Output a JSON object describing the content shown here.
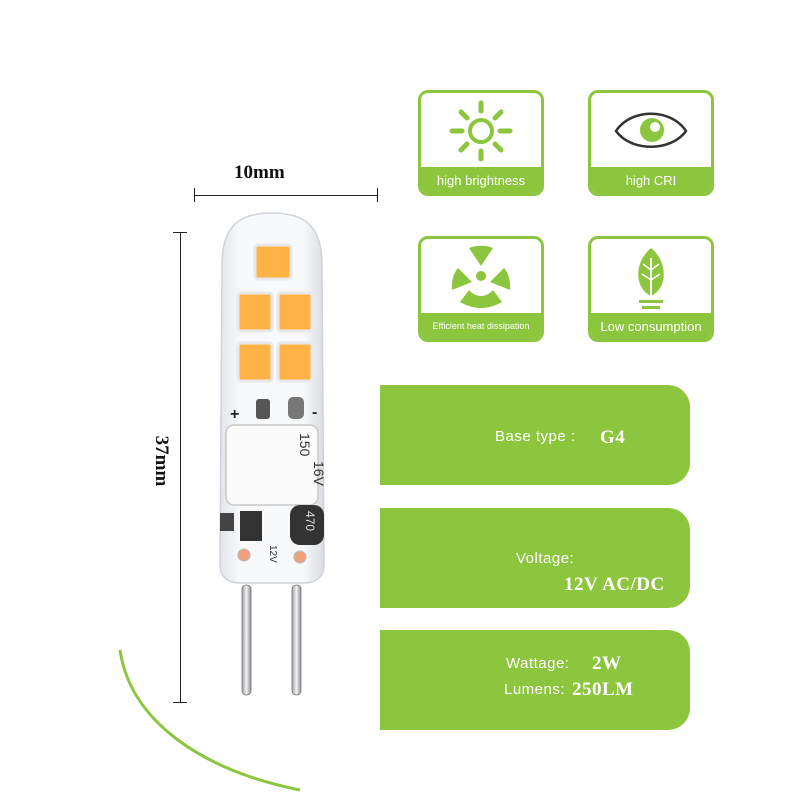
{
  "dimensions": {
    "width_label": "10mm",
    "height_label": "37mm"
  },
  "features": [
    {
      "label": "high brightness",
      "icon": "sun-icon"
    },
    {
      "label": "high CRI",
      "icon": "eye-icon"
    },
    {
      "label": "Efficient heat dissipation",
      "icon": "fan-icon"
    },
    {
      "label": "Low consumption",
      "icon": "leaf-icon"
    }
  ],
  "bulb_markings": {
    "plus": "+",
    "minus": "-",
    "cap_value": "150",
    "cap_voltage": "16V",
    "inductor": "470",
    "diode": "12V"
  },
  "specs": {
    "base_label": "Base type :",
    "base_value": "G4",
    "voltage_label": "Voltage:",
    "voltage_value": "12V AC/DC",
    "wattage_label": "Wattage:",
    "wattage_value": "2W",
    "lumens_label": "Lumens:",
    "lumens_value": "250LM"
  },
  "colors": {
    "accent_green": "#8cc63f",
    "led_orange": "#ffb347",
    "text_dark": "#111111"
  }
}
